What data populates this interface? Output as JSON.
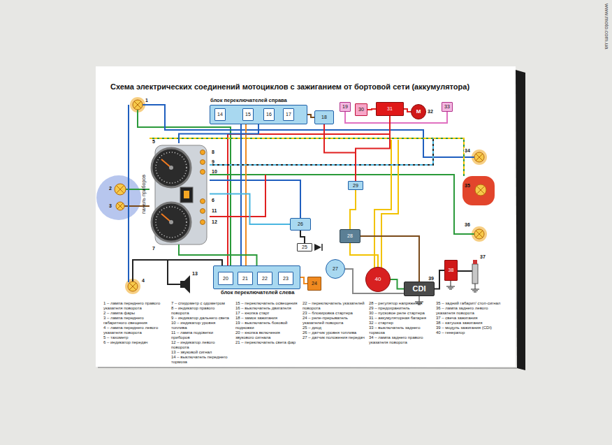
{
  "diagram": {
    "title": "Схема электрических соединений мотоциклов с зажиганием от бортовой сети (аккумулятора)",
    "nodes": [
      {
        "text": [
          "блок переключателей справа"
        ]
      },
      {
        "text": [
          "14"
        ],
        "in": 0
      },
      {
        "text": [
          "15"
        ],
        "in": 0
      },
      {
        "text": [
          "16"
        ],
        "in": 0
      },
      {
        "text": [
          "17"
        ],
        "in": 0
      },
      {
        "text": [
          "18"
        ]
      },
      {
        "text": [
          "19"
        ]
      },
      {
        "text": [
          "30"
        ]
      },
      {
        "text": [
          "31"
        ]
      },
      {
        "text": [
          "M",
          "32"
        ]
      },
      {
        "text": [
          "33"
        ]
      },
      {
        "text": [
          "панель приборов"
        ]
      },
      {
        "text": [
          "26"
        ]
      },
      {
        "text": [
          "25"
        ]
      },
      {
        "text": [
          "29"
        ]
      },
      {
        "text": [
          "28"
        ]
      },
      {
        "text": [
          "27"
        ]
      },
      {
        "text": [
          "40"
        ]
      },
      {
        "text": [
          "CDI",
          "39"
        ]
      },
      {
        "text": [
          "38"
        ]
      },
      {
        "text": [
          "блок переключателей слева"
        ]
      },
      {
        "text": [
          "20"
        ],
        "in": 20
      },
      {
        "text": [
          "21"
        ],
        "in": 20
      },
      {
        "text": [
          "22"
        ],
        "in": 20
      },
      {
        "text": [
          "23"
        ],
        "in": 20
      },
      {
        "text": [
          "24"
        ]
      }
    ],
    "edges": [
      {
        "from": 8,
        "to": 7,
        "arrow": "none"
      },
      {
        "from": 8,
        "to": 9,
        "arrow": "none"
      },
      {
        "from": 5,
        "to": 14,
        "arrow": "none"
      },
      {
        "from": 14,
        "to": 8,
        "arrow": "none"
      },
      {
        "from": 15,
        "to": 14,
        "arrow": "none"
      },
      {
        "from": 17,
        "to": 15,
        "arrow": "none"
      },
      {
        "from": 17,
        "to": 18,
        "arrow": "none"
      },
      {
        "from": 18,
        "to": 19,
        "arrow": "none"
      },
      {
        "from": 0,
        "to": 5,
        "arrow": "none"
      },
      {
        "from": 0,
        "to": 11,
        "arrow": "none"
      },
      {
        "from": 20,
        "to": 11,
        "arrow": "none"
      },
      {
        "from": 25,
        "to": 20,
        "arrow": "none"
      },
      {
        "from": 12,
        "to": 11,
        "arrow": "none"
      },
      {
        "from": 13,
        "to": 12,
        "arrow": "none"
      }
    ],
    "labels": [
      "www.moto.com.ua",
      "1",
      "2",
      "3",
      "4",
      "5",
      "6",
      "7",
      "8",
      "9",
      "10",
      "11",
      "12",
      "13",
      "34",
      "35",
      "36",
      "37"
    ],
    "legend": [
      {
        "text": "1 – лампа переднего правого указателя поворота"
      },
      {
        "text": "2 – лампа фары"
      },
      {
        "text": "3 – лампа переднего габаритного свещения"
      },
      {
        "text": "4 – лампа переднего левого указателя поворота"
      },
      {
        "text": "5 – тахометр"
      },
      {
        "text": "6 – индикатор передач"
      },
      {
        "text": "7 – спидометр с одометром"
      },
      {
        "text": "8 – индикатор правого поворота"
      },
      {
        "text": "9 – индикатор дальнего света"
      },
      {
        "text": "10 – индикатор уровня топлива"
      },
      {
        "text": "11 – лампа подсветки приборов"
      },
      {
        "text": "12 – индикатор левого поворота"
      },
      {
        "text": "13 – звуковой сигнал"
      },
      {
        "text": "14 – выключатель переднего тормоза"
      },
      {
        "text": "15 – переключатель освещения"
      },
      {
        "text": "16 – выключатель двигателя"
      },
      {
        "text": "17 – кнопка старт"
      },
      {
        "text": "18 – замок зажигания"
      },
      {
        "text": "19 – выключатель боковой подножки"
      },
      {
        "text": "20 – кнопка включения звукового сигнала"
      },
      {
        "text": "21 – переключатель света фар"
      },
      {
        "text": "22 – переключатель указателей поворота"
      },
      {
        "text": "23 – блокировка стартера"
      },
      {
        "text": "24 – реле-прерыватель указателей поворота"
      },
      {
        "text": "25 – диод"
      },
      {
        "text": "26 – датчик уровня топлива"
      },
      {
        "text": "27 – датчик положения передач"
      },
      {
        "text": "28 – регулятор напряжения"
      },
      {
        "text": "29 – предохранитель"
      },
      {
        "text": "30 – пусковое реле стартера"
      },
      {
        "text": "31 – аккумуляторная батарея"
      },
      {
        "text": "32 – стартер"
      },
      {
        "text": "33 – выключатель заднего тормоза"
      },
      {
        "text": "34 – лампа заднего правого указателя поворота"
      },
      {
        "text": "35 – задний габарит/ стоп-сигнал"
      },
      {
        "text": "36 – лампа заднего левого указателя поворота"
      },
      {
        "text": "37 – свеча зажигания"
      },
      {
        "text": "38 – катушка зажигания"
      },
      {
        "text": "39 – модуль зажигания (CDI)"
      },
      {
        "text": "40 – генератор"
      }
    ]
  }
}
